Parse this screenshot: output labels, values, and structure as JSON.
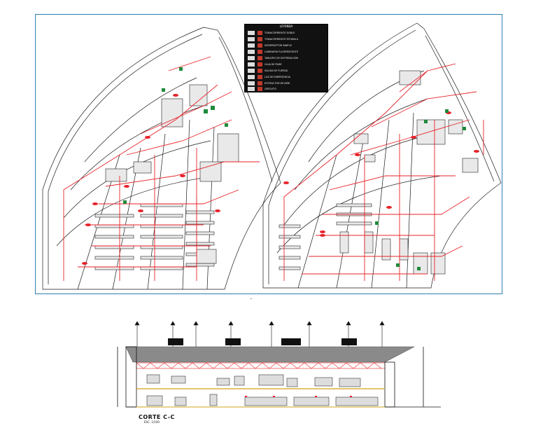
{
  "drawing": {
    "legend": {
      "title": "LEYENDA",
      "rows": [
        {
          "text": "TOMACORRIENTE DOBLE",
          "c2": "",
          "c3": "",
          "color": "#c0392b"
        },
        {
          "text": "TOMACORRIENTE ESTABILIZADO",
          "c2": "",
          "c3": "",
          "color": "#c0392b"
        },
        {
          "text": "INTERRUPTOR SIMPLE",
          "c2": "",
          "c3": "",
          "color": "#c0392b"
        },
        {
          "text": "LUMINARIA FLUORESCENTE",
          "c2": "",
          "c3": "",
          "color": "#c0392b"
        },
        {
          "text": "TABLERO DE DISTRIBUCION",
          "c2": "",
          "c3": "",
          "color": "#c0392b"
        },
        {
          "text": "CAJA DE PASE",
          "c2": "",
          "c3": "",
          "color": "#c0392b"
        },
        {
          "text": "SALIDA DE FUERZA",
          "c2": "",
          "c3": "",
          "color": "#c0392b"
        },
        {
          "text": "LUZ DE EMERGENCIA",
          "c2": "",
          "c3": "",
          "color": "#c0392b"
        },
        {
          "text": "EXTRACTOR DE AIRE",
          "c2": "",
          "c3": "",
          "color": "#c0392b"
        },
        {
          "text": "CIRCUITO",
          "c2": "",
          "c3": "",
          "color": "#c0392b"
        }
      ]
    },
    "section": {
      "title": "CORTE C-C",
      "scale": "ESC. 1/100"
    },
    "colors": {
      "circuit": "#e8232a",
      "linework": "#1a1a1a",
      "accent_green": "#1f8a3a",
      "frame": "#2f7fb0"
    }
  }
}
